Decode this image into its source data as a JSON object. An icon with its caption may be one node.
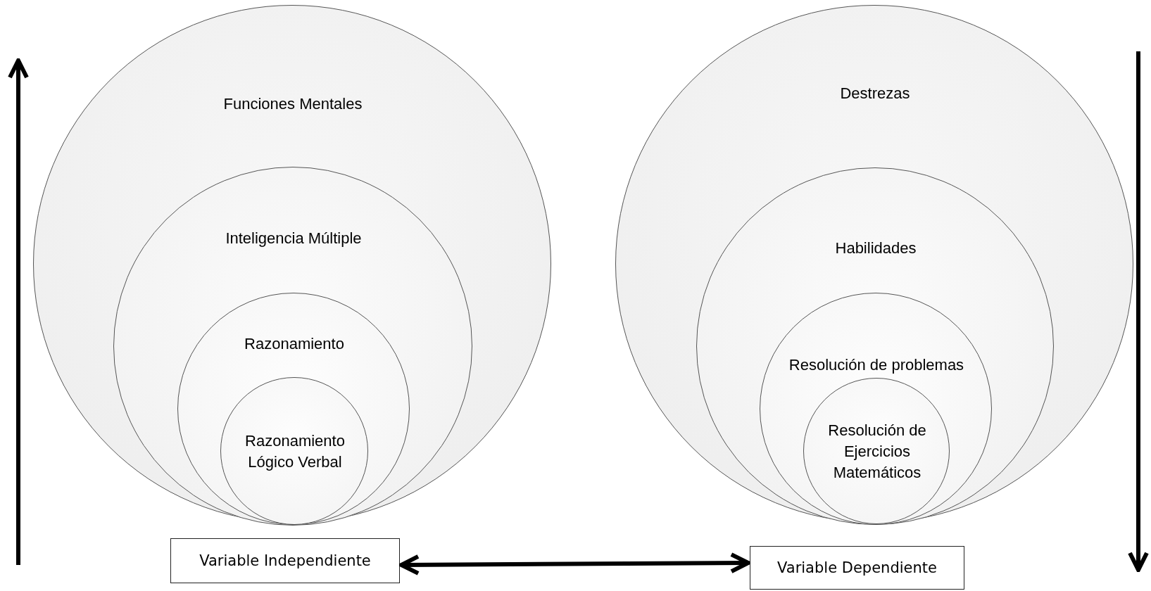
{
  "diagram": {
    "nodes": [
      {
        "text": [
          "Funciones Mentales"
        ]
      },
      {
        "text": [
          "Inteligencia Múltiple"
        ],
        "in": 0
      },
      {
        "text": [
          "Razonamiento"
        ],
        "in": 1
      },
      {
        "text": [
          "Razonamiento Lógico Verbal"
        ],
        "in": 2
      },
      {
        "text": [
          "Destrezas"
        ]
      },
      {
        "text": [
          "Habilidades"
        ],
        "in": 4
      },
      {
        "text": [
          "Resolución de problemas"
        ],
        "in": 5
      },
      {
        "text": [
          "Resolución de Ejercicios Matemáticos"
        ],
        "in": 6
      },
      {
        "text": [
          "Variable Independiente"
        ]
      },
      {
        "text": [
          "Variable Dependiente"
        ]
      }
    ],
    "edges": [
      {
        "from": 8,
        "to": 9,
        "arrow": "both"
      }
    ]
  }
}
